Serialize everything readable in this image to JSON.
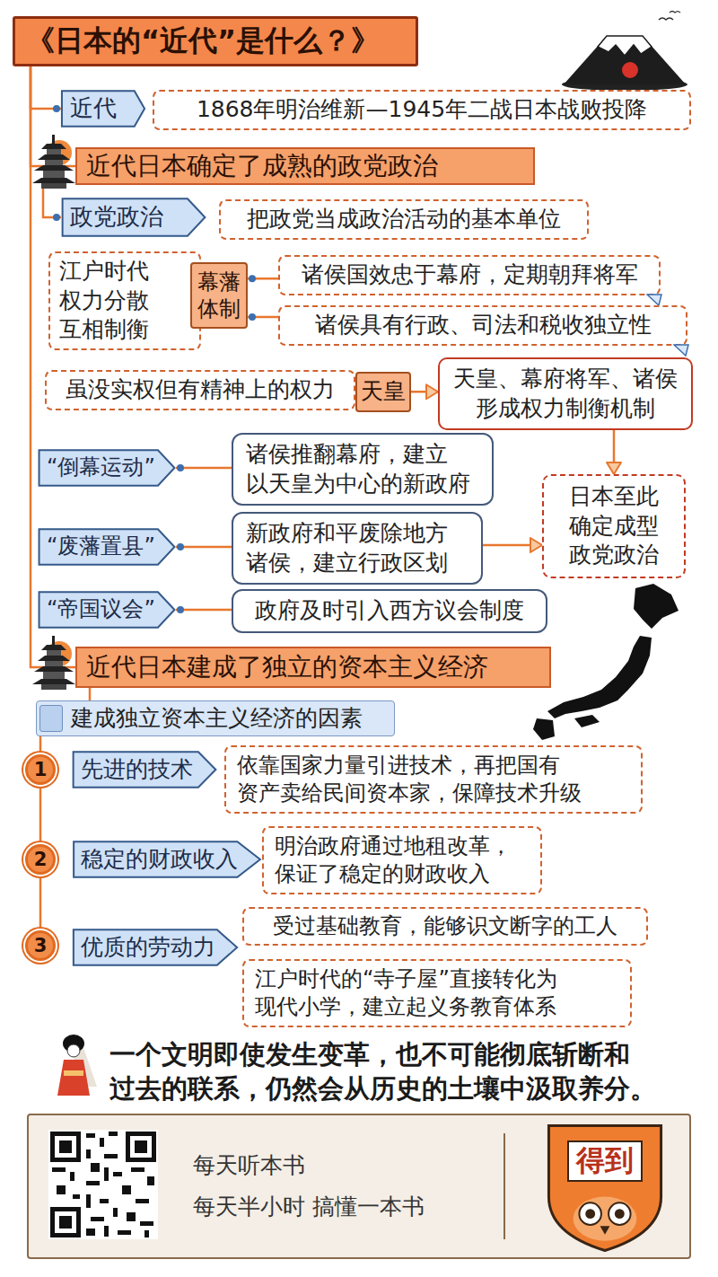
{
  "diagram": {
    "nodes": [
      {
        "text": [
          "《日本的“近代”是什么？》"
        ]
      },
      {
        "text": [
          "近代"
        ]
      },
      {
        "text": [
          "1868年明治维新—1945年二战日本战败投降"
        ]
      },
      {
        "text": [
          "近代日本确定了成熟的政党政治"
        ]
      },
      {
        "text": [
          "政党政治"
        ]
      },
      {
        "text": [
          "把政党当成政治活动的基本单位"
        ]
      },
      {
        "text": [
          "江户时代 权力分散 互相制衡"
        ]
      },
      {
        "text": [
          "幕藩体制"
        ]
      },
      {
        "text": [
          "诸侯国效忠于幕府，定期朝拜将军"
        ]
      },
      {
        "text": [
          "诸侯具有行政、司法和税收独立性"
        ]
      },
      {
        "text": [
          "虽没实权但有精神上的权力"
        ]
      },
      {
        "text": [
          "天皇"
        ]
      },
      {
        "text": [
          "天皇、幕府将军、诸侯 形成权力制衡机制"
        ]
      },
      {
        "text": [
          "“倒幕运动”"
        ]
      },
      {
        "text": [
          "诸侯推翻幕府，建立 以天皇为中心的新政府"
        ]
      },
      {
        "text": [
          "“废藩置县”"
        ]
      },
      {
        "text": [
          "新政府和平废除地方 诸侯，建立行政区划"
        ]
      },
      {
        "text": [
          "日本至此 确定成型 政党政治"
        ]
      },
      {
        "text": [
          "“帝国议会”"
        ]
      },
      {
        "text": [
          "政府及时引入西方议会制度"
        ]
      },
      {
        "text": [
          "近代日本建成了独立的资本主义经济"
        ]
      },
      {
        "text": [
          "建成独立资本主义经济的因素"
        ]
      },
      {
        "text": [
          "1"
        ]
      },
      {
        "text": [
          "先进的技术"
        ]
      },
      {
        "text": [
          "依靠国家力量引进技术，再把国有 资产卖给民间资本家，保障技术升级"
        ]
      },
      {
        "text": [
          "2"
        ]
      },
      {
        "text": [
          "稳定的财政收入"
        ]
      },
      {
        "text": [
          "明治政府通过地租改革， 保证了稳定的财政收入"
        ]
      },
      {
        "text": [
          "3"
        ]
      },
      {
        "text": [
          "优质的劳动力"
        ]
      },
      {
        "text": [
          "受过基础教育，能够识文断字的工人"
        ]
      },
      {
        "text": [
          "江户时代的“寺子屋”直接转化为 现代小学，建立起义务教育体系"
        ]
      },
      {
        "text": [
          "每天听本书",
          "每天半小时 搞懂一本书"
        ]
      },
      {
        "text": [
          "得到"
        ],
        "in": 32
      }
    ],
    "edges": [
      {
        "from": 0,
        "to": 1,
        "arrow": "none"
      },
      {
        "from": 0,
        "to": 3,
        "arrow": "none"
      },
      {
        "from": 0,
        "to": 20,
        "arrow": "none"
      },
      {
        "from": 3,
        "to": 4,
        "arrow": "none"
      },
      {
        "from": 7,
        "to": 8,
        "arrow": "none"
      },
      {
        "from": 7,
        "to": 9,
        "arrow": "none"
      },
      {
        "from": 11,
        "to": 12,
        "arrow": "to"
      },
      {
        "from": 12,
        "to": 17,
        "arrow": "to"
      },
      {
        "from": 13,
        "to": 14,
        "arrow": "none"
      },
      {
        "from": 15,
        "to": 16,
        "arrow": "none"
      },
      {
        "from": 18,
        "to": 19,
        "arrow": "none"
      },
      {
        "from": 16,
        "to": 17,
        "arrow": "to"
      },
      {
        "from": 20,
        "to": 21,
        "arrow": "none"
      },
      {
        "from": 21,
        "to": 22,
        "arrow": "none"
      },
      {
        "from": 22,
        "to": 25,
        "arrow": "none"
      },
      {
        "from": 25,
        "to": 28,
        "arrow": "none"
      }
    ],
    "labels": [
      "一个文明即使发生变革，也不可能彻底斩断和 过去的联系，仍然会从历史的土壤中汲取养分。"
    ]
  }
}
